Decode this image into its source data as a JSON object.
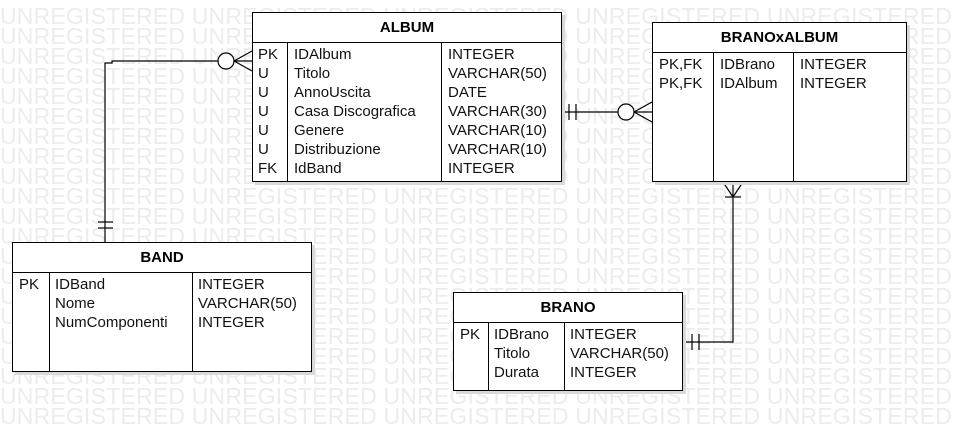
{
  "watermark": "UNREGISTERED UNREGISTERED UNREGISTERED UNREGISTERED UNREGISTERED",
  "entities": {
    "album": {
      "title": "ALBUM",
      "keys": [
        "PK",
        "U",
        "U",
        "U",
        "U",
        "U",
        "FK"
      ],
      "names": [
        "IDAlbum",
        "Titolo",
        "AnnoUscita",
        "Casa Discografica",
        "Genere",
        "Distribuzione",
        "IdBand"
      ],
      "types": [
        "INTEGER",
        "VARCHAR(50)",
        "DATE",
        "VARCHAR(30)",
        "VARCHAR(10)",
        "VARCHAR(10)",
        "INTEGER"
      ]
    },
    "band": {
      "title": "BAND",
      "keys": [
        "PK",
        "",
        ""
      ],
      "names": [
        "IDBand",
        "Nome",
        "NumComponenti"
      ],
      "types": [
        "INTEGER",
        "VARCHAR(50)",
        "INTEGER"
      ]
    },
    "branoxalbum": {
      "title": "BRANOxALBUM",
      "keys": [
        "PK,FK",
        "PK,FK"
      ],
      "names": [
        "IDBrano",
        "IDAlbum"
      ],
      "types": [
        "INTEGER",
        "INTEGER"
      ]
    },
    "brano": {
      "title": "BRANO",
      "keys": [
        "PK",
        "",
        ""
      ],
      "names": [
        "IDBrano",
        "Titolo",
        "Durata"
      ],
      "types": [
        "INTEGER",
        "VARCHAR(50)",
        "INTEGER"
      ]
    }
  },
  "colors": {
    "line": "#000000",
    "border": "#000000",
    "shadow": "#d9d9d9",
    "watermark": "#ececec"
  }
}
